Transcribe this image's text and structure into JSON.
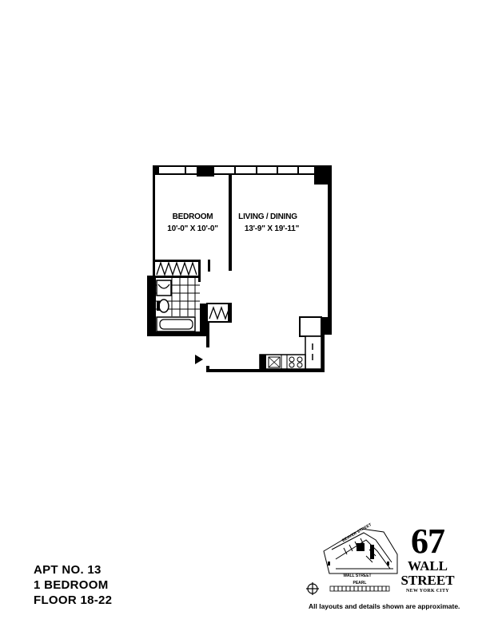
{
  "rooms": {
    "bedroom": {
      "name": "BEDROOM",
      "dims": "10'-0\" X 10'-0\""
    },
    "living": {
      "name": "LIVING / DINING",
      "dims": "13'-9\" X 19'-11\""
    }
  },
  "apartment": {
    "number": "APT NO. 13",
    "type": "1 BEDROOM",
    "floors": "FLOOR 18-22"
  },
  "brand": {
    "number": "67",
    "line1": "WALL",
    "line2": "STREET",
    "city": "NEW YORK CITY"
  },
  "keymap": {
    "street_top": "BEAVER STREET",
    "street_bottom": "WALL STREET",
    "street_small": "PEARL"
  },
  "disclaimer": "All layouts and details shown are approximate.",
  "icons": [
    "compass-icon",
    "entry-arrow-icon"
  ]
}
